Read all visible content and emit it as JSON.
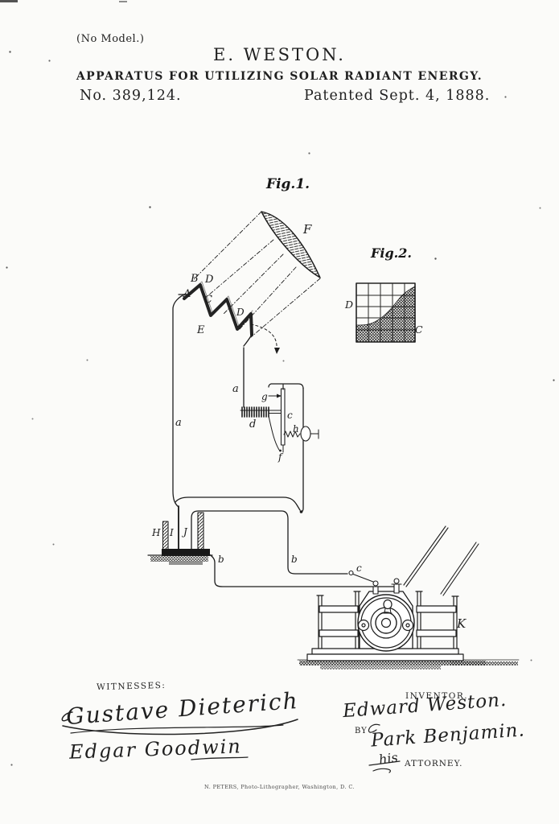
{
  "header": {
    "no_model": "(No Model.)",
    "inventor_name": "E. WESTON.",
    "title": "APPARATUS FOR UTILIZING SOLAR RADIANT ENERGY.",
    "patent_number": "No. 389,124.",
    "patent_date": "Patented Sept. 4, 1888."
  },
  "fig1": {
    "caption": "Fig.1.",
    "labels": {
      "F": "F",
      "B": "B",
      "D_top": "D",
      "A": "A",
      "C": "C",
      "D_mid": "D",
      "E": "E",
      "a_left": "a",
      "a_mid": "a",
      "g": "g",
      "c_bar": "c",
      "d_coil": "d",
      "h_spring": "h",
      "f_contact": "f",
      "H_cell": "H",
      "I_electrode": "I",
      "J_electrode": "J",
      "b_left": "b",
      "b_right": "b",
      "c_switch": "c",
      "K_machine": "K"
    }
  },
  "fig2": {
    "caption": "Fig.2.",
    "labels": {
      "D": "D",
      "C": "C"
    }
  },
  "signatures": {
    "witnesses_heading": "WITNESSES:",
    "witness1": "Gustave Dieterich",
    "witness2": "Edgar Goodwin",
    "inventor_heading": "INVENTOR.",
    "inventor_signature": "Edward Weston.",
    "by_label": "BY",
    "attorney_signature": "Park Benjamin.",
    "his_label": "his",
    "attorney_label": "ATTORNEY."
  },
  "imprint": "N. PETERS, Photo-Lithographer, Washington, D. C."
}
